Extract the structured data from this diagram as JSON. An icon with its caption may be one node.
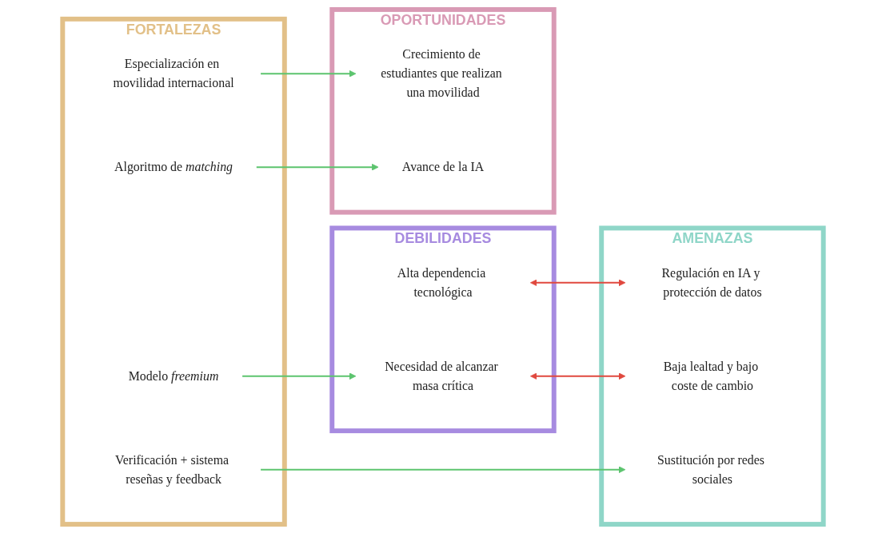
{
  "diagram": {
    "nodes": [
      {
        "text": [
          "DEBILIDADES"
        ]
      },
      {
        "text": [
          "Alta dependencia tecnológica"
        ],
        "in": 0
      },
      {
        "text": [
          "Necesidad de alcanzar masa crítica"
        ],
        "in": 0
      },
      {
        "text": [
          "FORTALEZAS"
        ]
      },
      {
        "text": [
          "Modelo *freemium*"
        ],
        "in": 3
      },
      {
        "text": [
          "Verificación + sistema reseñas y feedback"
        ],
        "in": 3
      },
      {
        "text": [
          "Especialización en movilidad internacional"
        ],
        "in": 3
      },
      {
        "text": [
          "Algoritmo de *matching*"
        ],
        "in": 3
      },
      {
        "text": [
          "AMENAZAS"
        ]
      },
      {
        "text": [
          "Regulación en IA y protección de datos"
        ],
        "in": 8
      },
      {
        "text": [
          "Baja lealtad y bajo coste de cambio"
        ],
        "in": 8
      },
      {
        "text": [
          "Sustitución por redes sociales"
        ],
        "in": 8
      },
      {
        "text": [
          "OPORTUNIDADES"
        ]
      },
      {
        "text": [
          "Crecimiento de estudiantes que realizan una movilidad"
        ],
        "in": 12
      },
      {
        "text": [
          "Avance de la IA"
        ],
        "in": 12
      }
    ],
    "edges": [
      {
        "from": 4,
        "to": 2,
        "arrow": "to",
        "color": "#5cc46e"
      },
      {
        "from": 1,
        "to": 9,
        "arrow": "both",
        "color": "#e0483e"
      },
      {
        "from": 2,
        "to": 10,
        "arrow": "both",
        "color": "#e0483e"
      },
      {
        "from": 5,
        "to": 11,
        "arrow": "to",
        "color": "#5cc46e"
      },
      {
        "from": 6,
        "to": 13,
        "arrow": "to",
        "color": "#5cc46e"
      },
      {
        "from": 7,
        "to": 14,
        "arrow": "to",
        "color": "#5cc46e"
      }
    ]
  }
}
